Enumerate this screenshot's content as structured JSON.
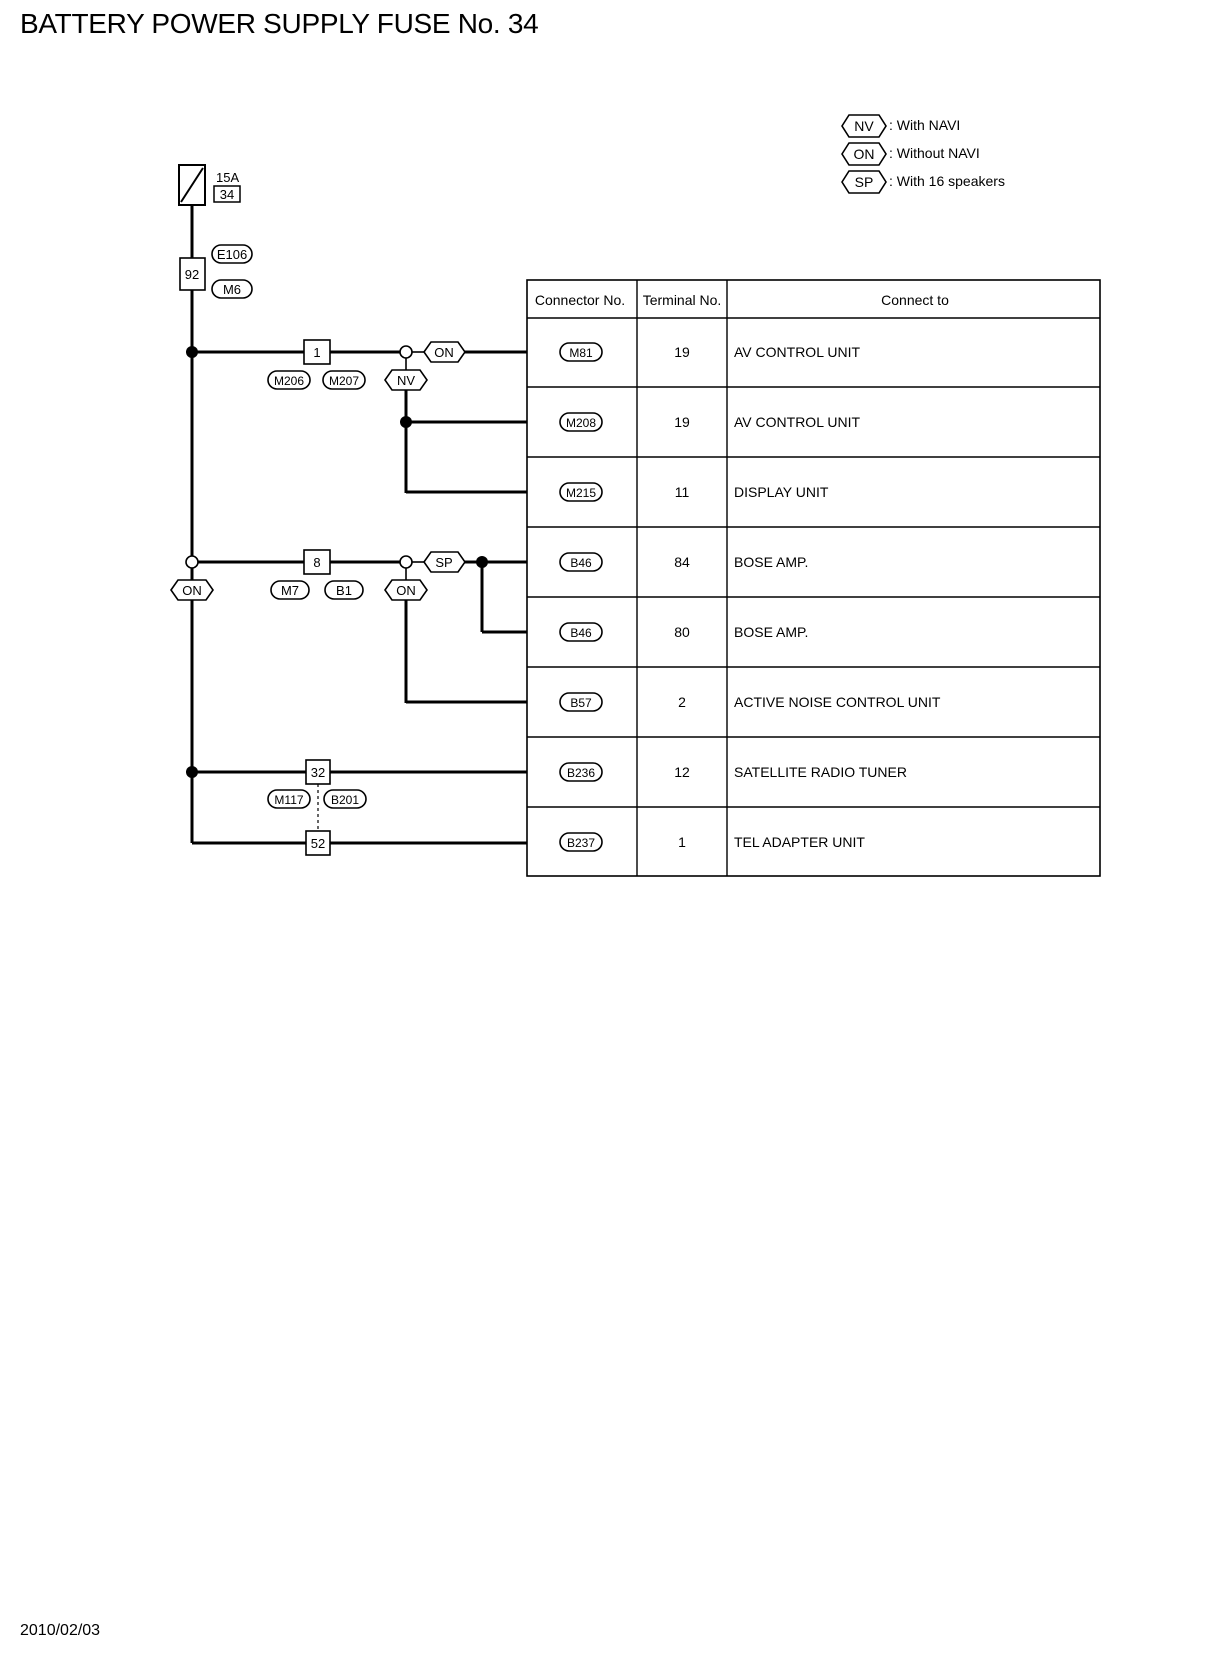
{
  "title": "BATTERY POWER SUPPLY FUSE No. 34",
  "footer_date": "2010/02/03",
  "legend": [
    {
      "code": "NV",
      "text": ": With NAVI"
    },
    {
      "code": "ON",
      "text": ": Without NAVI"
    },
    {
      "code": "SP",
      "text": ": With 16 speakers"
    }
  ],
  "fuse": {
    "rating": "15A",
    "number": "34"
  },
  "harness_connectors": {
    "main": {
      "terminal": "92",
      "tags": [
        "E106",
        "M6"
      ]
    },
    "branch1": {
      "terminal": "1",
      "tags": [
        "M206",
        "M207"
      ]
    },
    "branch2": {
      "terminal": "8",
      "tags": [
        "M7",
        "B1"
      ]
    },
    "branch3_top": {
      "terminal": "32",
      "tags": [
        "M117",
        "B201"
      ]
    },
    "branch3_bottom": {
      "terminal": "52"
    }
  },
  "options": {
    "b1_on": "ON",
    "b1_nv": "NV",
    "b2_trunk_on": "ON",
    "b2_sp": "SP",
    "b2_on": "ON"
  },
  "table": {
    "headers": [
      "Connector No.",
      "Terminal No.",
      "Connect to"
    ],
    "rows": [
      {
        "connector": "M81",
        "terminal": "19",
        "connect_to": "AV CONTROL UNIT"
      },
      {
        "connector": "M208",
        "terminal": "19",
        "connect_to": "AV CONTROL UNIT"
      },
      {
        "connector": "M215",
        "terminal": "11",
        "connect_to": "DISPLAY UNIT"
      },
      {
        "connector": "B46",
        "terminal": "84",
        "connect_to": "BOSE AMP."
      },
      {
        "connector": "B46",
        "terminal": "80",
        "connect_to": "BOSE AMP."
      },
      {
        "connector": "B57",
        "terminal": "2",
        "connect_to": "ACTIVE NOISE CONTROL UNIT"
      },
      {
        "connector": "B236",
        "terminal": "12",
        "connect_to": "SATELLITE RADIO TUNER"
      },
      {
        "connector": "B237",
        "terminal": "1",
        "connect_to": "TEL ADAPTER UNIT"
      }
    ]
  }
}
